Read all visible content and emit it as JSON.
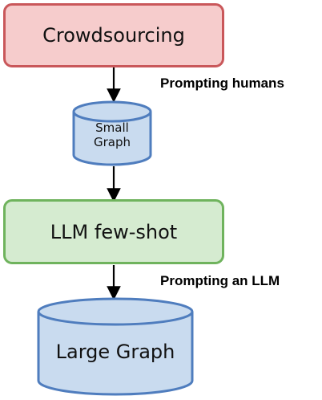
{
  "nodes": {
    "crowdsourcing": "Crowdsourcing",
    "small_graph_line1": "Small",
    "small_graph_line2": "Graph",
    "llm_few_shot": "LLM few-shot",
    "large_graph": "Large Graph"
  },
  "edges": {
    "prompting_humans": "Prompting humans",
    "prompting_llm": "Prompting an LLM"
  },
  "colors": {
    "crowd_fill": "#f6cccc",
    "crowd_border": "#c9575a",
    "llm_fill": "#d5ebd0",
    "llm_border": "#6fb35d",
    "cylinder_fill": "#c9dbef",
    "cylinder_border": "#4f7dbe"
  }
}
